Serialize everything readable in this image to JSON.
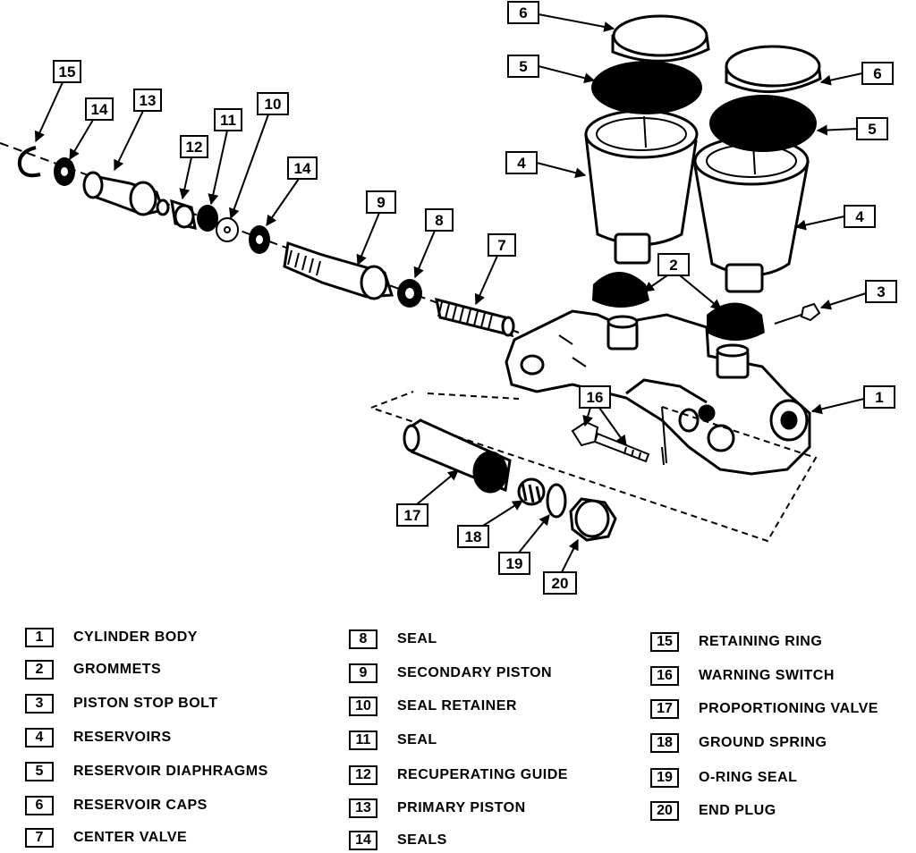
{
  "callouts": {
    "c1": "1",
    "c2": "2",
    "c3": "3",
    "c4a": "4",
    "c4b": "4",
    "c5a": "5",
    "c5b": "5",
    "c6a": "6",
    "c6b": "6",
    "c7": "7",
    "c8": "8",
    "c9": "9",
    "c10": "10",
    "c11": "11",
    "c12": "12",
    "c13": "13",
    "c14a": "14",
    "c14b": "14",
    "c15": "15",
    "c16": "16",
    "c17": "17",
    "c18": "18",
    "c19": "19",
    "c20": "20"
  },
  "legend": [
    {
      "num": "1",
      "label": "CYLINDER BODY"
    },
    {
      "num": "2",
      "label": "GROMMETS"
    },
    {
      "num": "3",
      "label": "PISTON STOP BOLT"
    },
    {
      "num": "4",
      "label": "RESERVOIRS"
    },
    {
      "num": "5",
      "label": "RESERVOIR DIAPHRAGMS"
    },
    {
      "num": "6",
      "label": "RESERVOIR CAPS"
    },
    {
      "num": "7",
      "label": "CENTER VALVE"
    },
    {
      "num": "8",
      "label": "SEAL"
    },
    {
      "num": "9",
      "label": "SECONDARY PISTON"
    },
    {
      "num": "10",
      "label": "SEAL RETAINER"
    },
    {
      "num": "11",
      "label": "SEAL"
    },
    {
      "num": "12",
      "label": "RECUPERATING GUIDE"
    },
    {
      "num": "13",
      "label": "PRIMARY PISTON"
    },
    {
      "num": "14",
      "label": "SEALS"
    },
    {
      "num": "15",
      "label": "RETAINING RING"
    },
    {
      "num": "16",
      "label": "WARNING SWITCH"
    },
    {
      "num": "17",
      "label": "PROPORTIONING VALVE"
    },
    {
      "num": "18",
      "label": "GROUND SPRING"
    },
    {
      "num": "19",
      "label": "O-RING SEAL"
    },
    {
      "num": "20",
      "label": "END PLUG"
    }
  ]
}
